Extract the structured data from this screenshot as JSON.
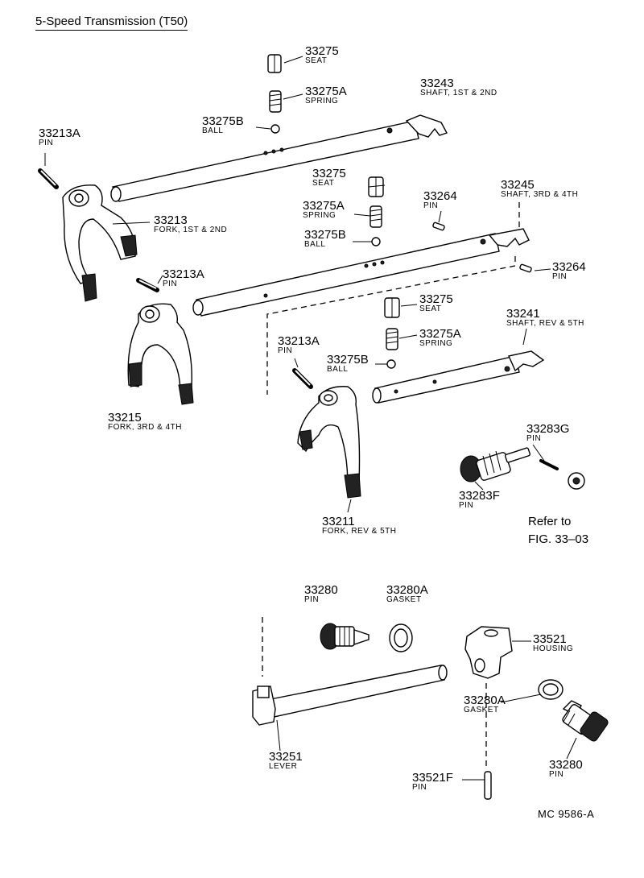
{
  "title": "5-Speed Transmission (T50)",
  "figure_code": "MC 9586-A",
  "reference": {
    "line1": "Refer to",
    "line2": "FIG. 33–03"
  },
  "callouts": [
    {
      "id": "seat-1",
      "number": "33275",
      "desc": "SEAT"
    },
    {
      "id": "spring-1",
      "number": "33275A",
      "desc": "SPRING"
    },
    {
      "id": "ball-1",
      "number": "33275B",
      "desc": "BALL"
    },
    {
      "id": "shaft-1st-2nd",
      "number": "33243",
      "desc": "SHAFT, 1ST & 2ND"
    },
    {
      "id": "pin-1",
      "number": "33213A",
      "desc": "PIN"
    },
    {
      "id": "fork-1st-2nd",
      "number": "33213",
      "desc": "FORK, 1ST & 2ND"
    },
    {
      "id": "seat-2",
      "number": "33275",
      "desc": "SEAT"
    },
    {
      "id": "spring-2",
      "number": "33275A",
      "desc": "SPRING"
    },
    {
      "id": "ball-2",
      "number": "33275B",
      "desc": "BALL"
    },
    {
      "id": "pin-33264-a",
      "number": "33264",
      "desc": "PIN"
    },
    {
      "id": "shaft-3rd-4th",
      "number": "33245",
      "desc": "SHAFT, 3RD & 4TH"
    },
    {
      "id": "pin-33264-b",
      "number": "33264",
      "desc": "PIN"
    },
    {
      "id": "pin-2",
      "number": "33213A",
      "desc": "PIN"
    },
    {
      "id": "seat-3",
      "number": "33275",
      "desc": "SEAT"
    },
    {
      "id": "spring-3",
      "number": "33275A",
      "desc": "SPRING"
    },
    {
      "id": "shaft-rev-5th",
      "number": "33241",
      "desc": "SHAFT, REV & 5TH"
    },
    {
      "id": "pin-3",
      "number": "33213A",
      "desc": "PIN"
    },
    {
      "id": "ball-3",
      "number": "33275B",
      "desc": "BALL"
    },
    {
      "id": "fork-3rd-4th",
      "number": "33215",
      "desc": "FORK, 3RD & 4TH"
    },
    {
      "id": "pin-33283g",
      "number": "33283G",
      "desc": "PIN"
    },
    {
      "id": "pin-33283f",
      "number": "33283F",
      "desc": "PIN"
    },
    {
      "id": "fork-rev-5th",
      "number": "33211",
      "desc": "FORK, REV & 5TH"
    },
    {
      "id": "pin-33280-a",
      "number": "33280",
      "desc": "PIN"
    },
    {
      "id": "gasket-1",
      "number": "33280A",
      "desc": "GASKET"
    },
    {
      "id": "housing",
      "number": "33521",
      "desc": "HOUSING"
    },
    {
      "id": "gasket-2",
      "number": "33280A",
      "desc": "GASKET"
    },
    {
      "id": "lever",
      "number": "33251",
      "desc": "LEVER"
    },
    {
      "id": "pin-33280-b",
      "number": "33280",
      "desc": "PIN"
    },
    {
      "id": "pin-33521f",
      "number": "33521F",
      "desc": "PIN"
    }
  ]
}
